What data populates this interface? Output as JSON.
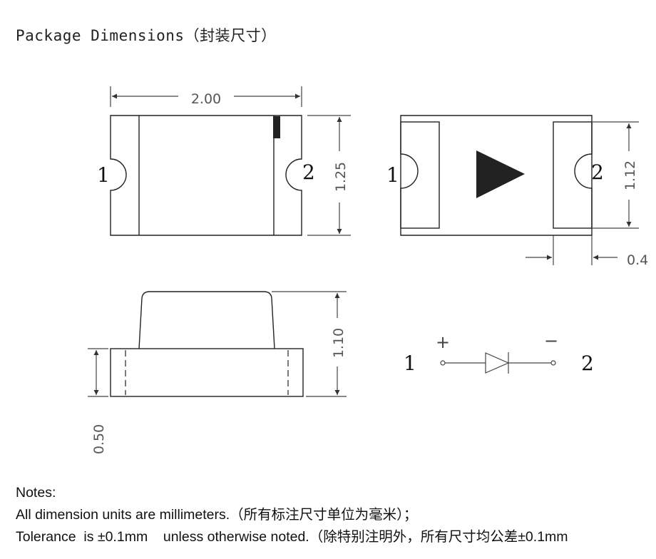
{
  "title": "Package Dimensions（封装尺寸）",
  "dimensions": {
    "length": "2.00",
    "width": "1.25",
    "pad_width": "1.12",
    "pad_length": "0.4",
    "height": "1.10",
    "base_height": "0.50"
  },
  "pins": {
    "one": "1",
    "two": "2"
  },
  "polarity": {
    "plus": "+",
    "minus": "−"
  },
  "notes": {
    "heading": "Notes:",
    "line1": "All dimension units are millimeters.（所有标注尺寸单位为毫米）；",
    "line2": "Tolerance  is ±0.1mm    unless otherwise noted.（除特别注明外，所有尺寸均公差±0.1mm"
  },
  "colors": {
    "line": "#222222",
    "dim_line": "#555555",
    "fill_dark": "#222222"
  }
}
